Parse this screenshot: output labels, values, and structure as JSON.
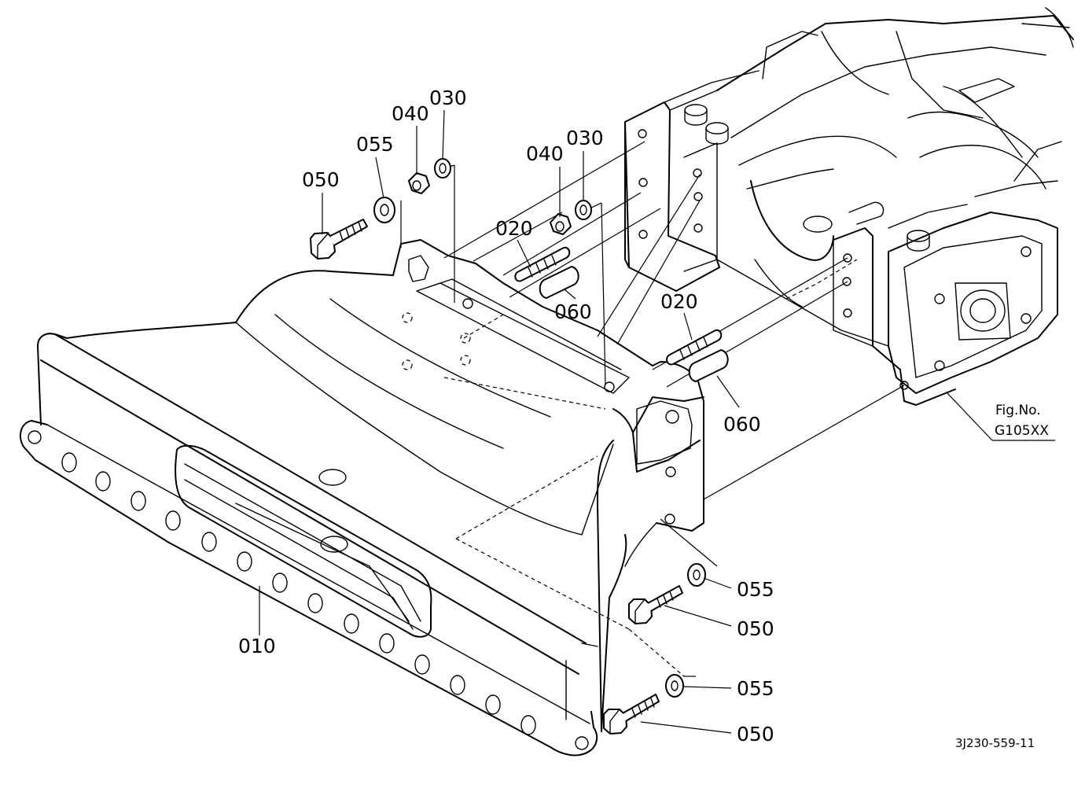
{
  "parts": {
    "p010": "010",
    "p020a": "020",
    "p020b": "020",
    "p030a": "030",
    "p030b": "030",
    "p040a": "040",
    "p040b": "040",
    "p050a": "050",
    "p050b": "050",
    "p050c": "050",
    "p055a": "055",
    "p055b": "055",
    "p055c": "055",
    "p060a": "060",
    "p060b": "060"
  },
  "reference": {
    "fig_label": "Fig.No.",
    "fig_number": "G105XX"
  },
  "drawing_code": "3J230-559-11"
}
